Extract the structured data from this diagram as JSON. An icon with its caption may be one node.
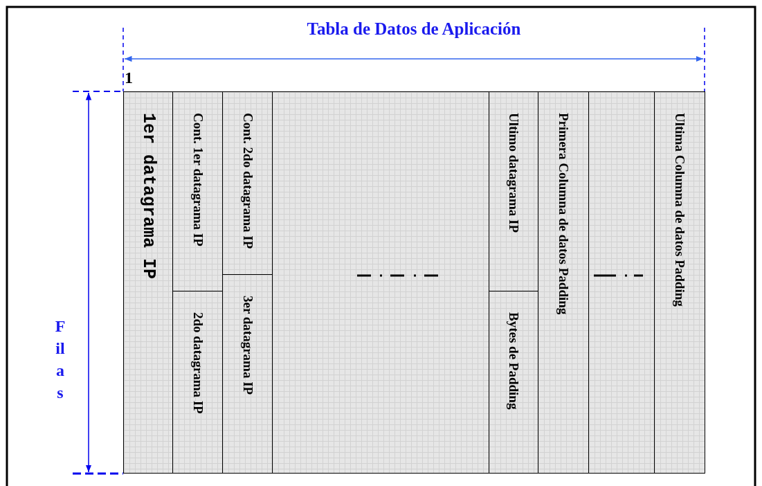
{
  "diagram": {
    "title": "Tabla de Datos de Aplicación",
    "nodes": [
      {
        "text": [
          "1er datagrama IP"
        ]
      },
      {
        "text": [
          "Cont. 1er datagrama IP"
        ]
      },
      {
        "text": [
          "2do datagrama IP"
        ]
      },
      {
        "text": [
          "Cont. 2do datagrama IP"
        ]
      },
      {
        "text": [
          "3er datagrama IP"
        ]
      },
      {
        "text": [],
        "shape": "box"
      },
      {
        "text": [
          "Ultimo datagrama IP"
        ]
      },
      {
        "text": [
          "Bytes de Padding"
        ]
      },
      {
        "text": [
          "Primera Columna de datos Padding"
        ]
      },
      {
        "text": [],
        "shape": "box"
      },
      {
        "text": [
          "Ultima Columna de datos Padding"
        ]
      }
    ],
    "edges": [],
    "labels": [
      "1",
      "Filas"
    ]
  }
}
